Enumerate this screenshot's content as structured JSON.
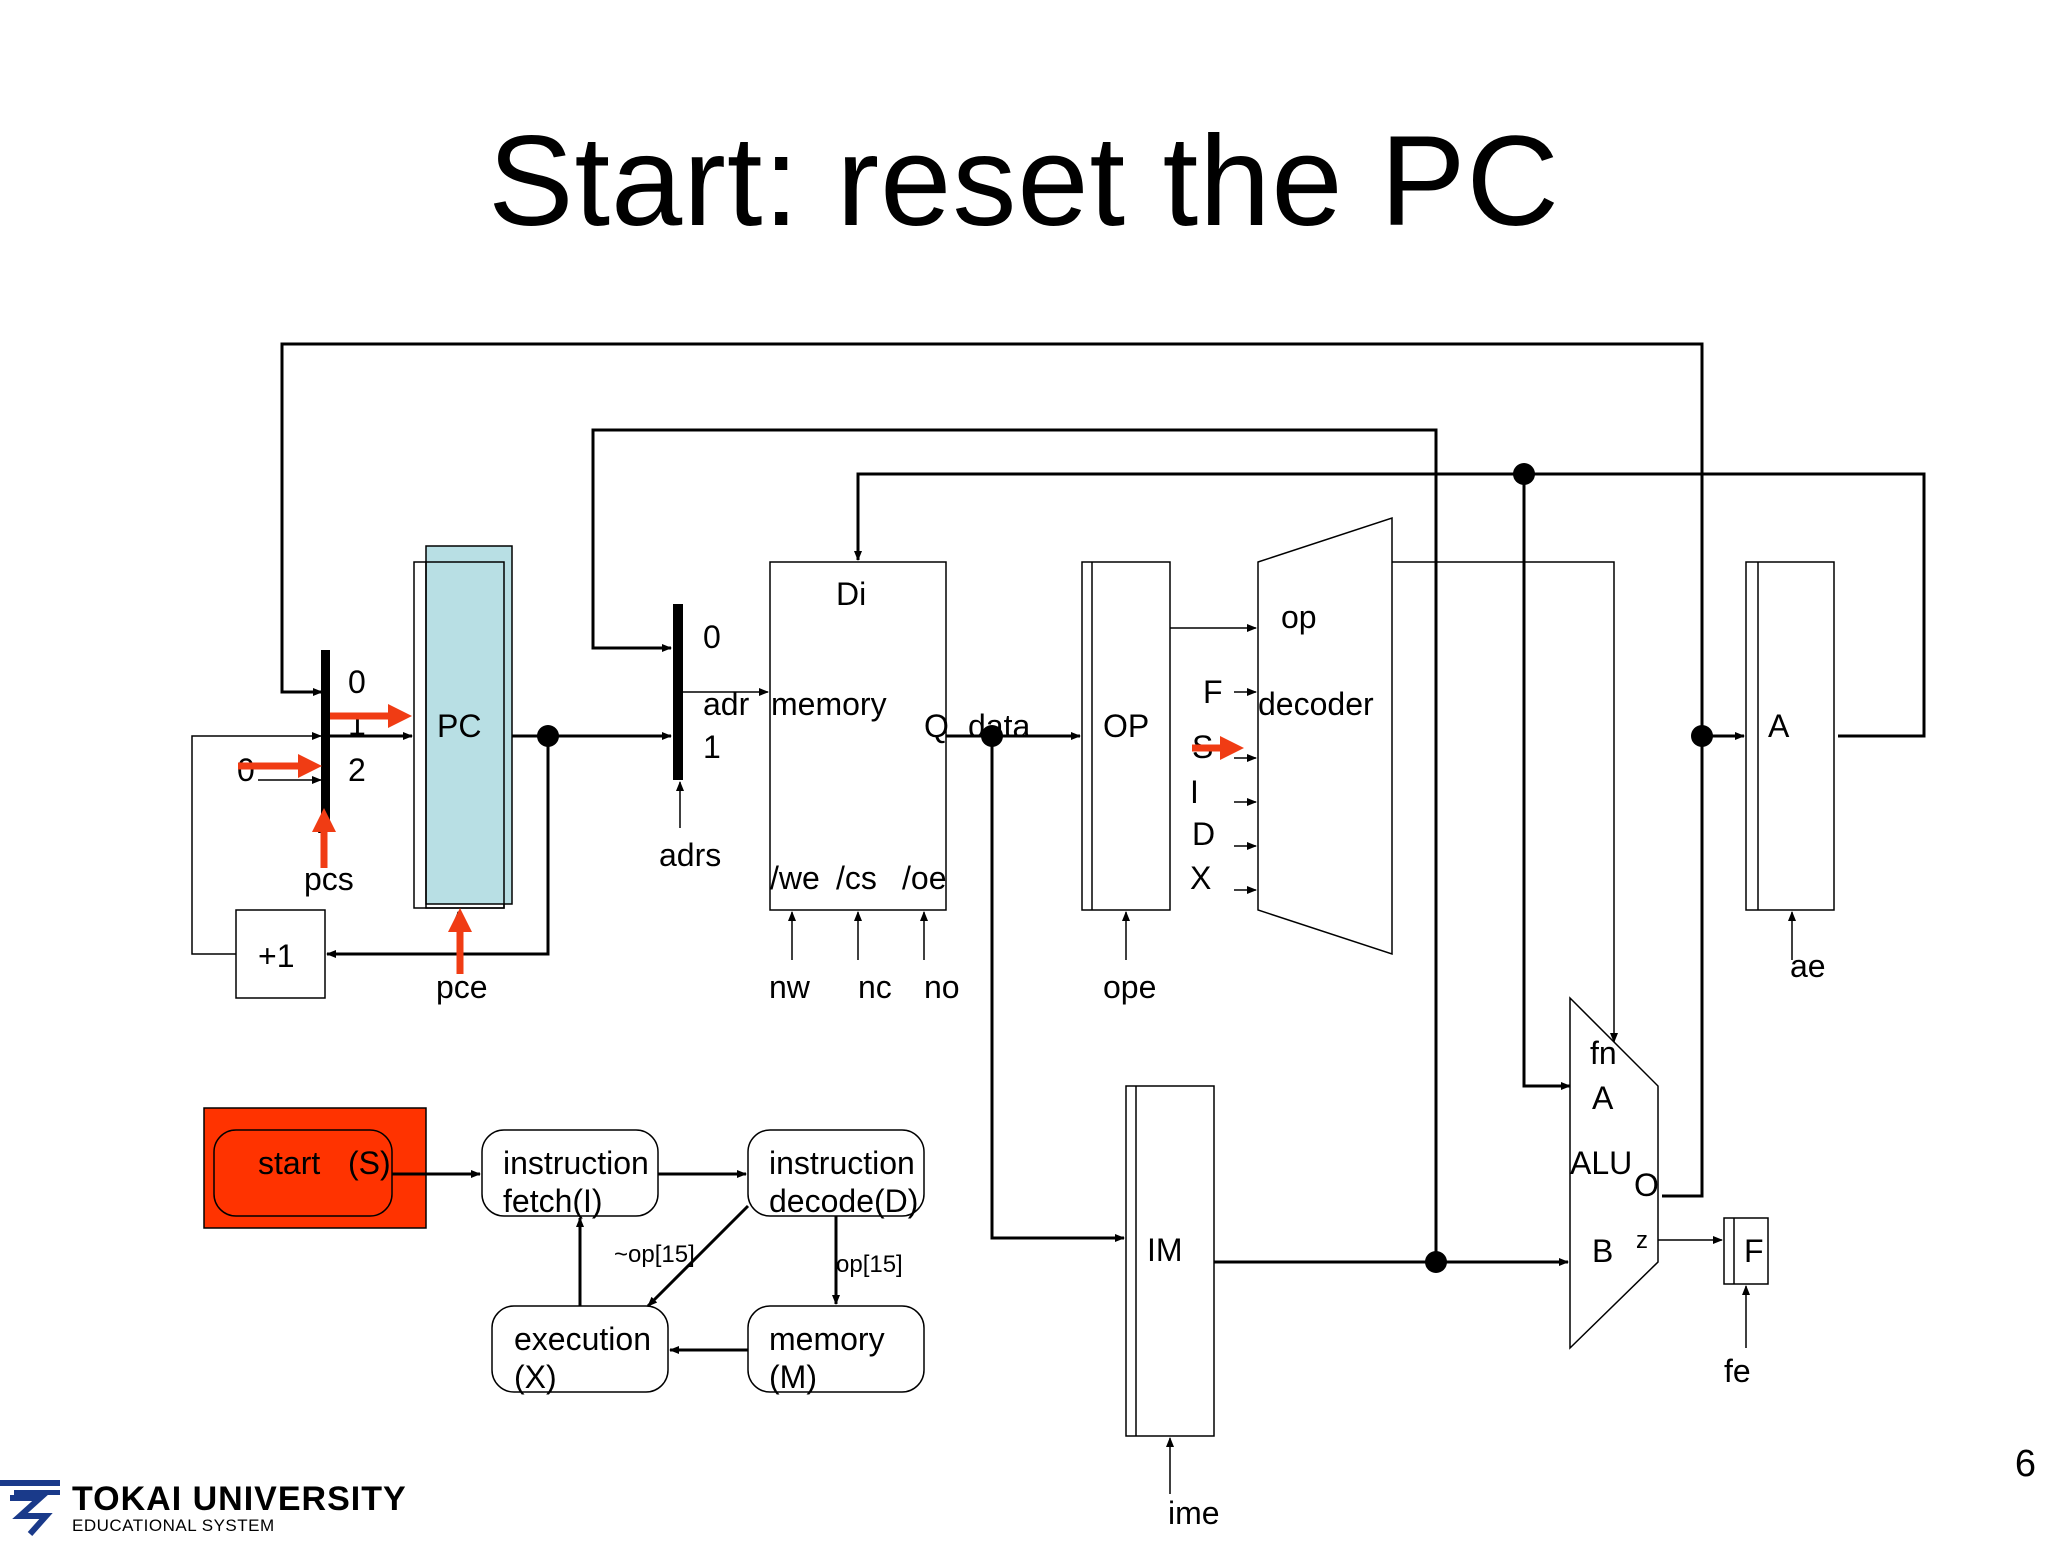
{
  "slide": {
    "title": "Start: reset the PC",
    "page_number": "6",
    "logo": {
      "name": "TOKAI UNIVERSITY",
      "sub": "EDUCATIONAL SYSTEM"
    }
  },
  "datapath": {
    "pc_mux": {
      "inputs": [
        "0",
        "1",
        "2"
      ],
      "const_input": "0",
      "control": "pcs"
    },
    "pc": {
      "label": "PC",
      "control": "pce",
      "highlight_color": "#b8dfe4"
    },
    "incrementer": "+1",
    "adr_mux": {
      "inputs": [
        "0",
        "1"
      ],
      "control": "adrs"
    },
    "memory": {
      "label": "memory",
      "ports": [
        "Di",
        "adr",
        "Q"
      ],
      "controls": [
        "/we",
        "/cs",
        "/oe"
      ],
      "signals": [
        "nw",
        "nc",
        "no"
      ],
      "out_label": "data"
    },
    "op_reg": {
      "label": "OP",
      "control": "ope"
    },
    "decoder": {
      "label": "decoder",
      "input": "op",
      "outputs": [
        "F",
        "S",
        "I",
        "D",
        "X"
      ]
    },
    "a_reg": {
      "label": "A",
      "control": "ae"
    },
    "im_reg": {
      "label": "IM",
      "control": "ime"
    },
    "alu": {
      "label": "ALU",
      "ports": [
        "fn",
        "A",
        "B",
        "O",
        "z"
      ]
    },
    "f_reg": {
      "label": "F",
      "control": "fe"
    },
    "active_color": "#f03c14"
  },
  "state_machine": {
    "states": [
      {
        "id": "S",
        "label_1": "start",
        "label_2": "(S)",
        "active": true
      },
      {
        "id": "I",
        "label_1": "instruction",
        "label_2": "fetch(I)"
      },
      {
        "id": "D",
        "label_1": "instruction",
        "label_2": "decode(D)"
      },
      {
        "id": "X",
        "label_1": "execution",
        "label_2": "(X)"
      },
      {
        "id": "M",
        "label_1": "memory",
        "label_2": "(M)"
      }
    ],
    "transitions": {
      "d_to_x": "~op[15]",
      "d_to_m": "op[15]"
    },
    "active_color": "#ff3300"
  }
}
